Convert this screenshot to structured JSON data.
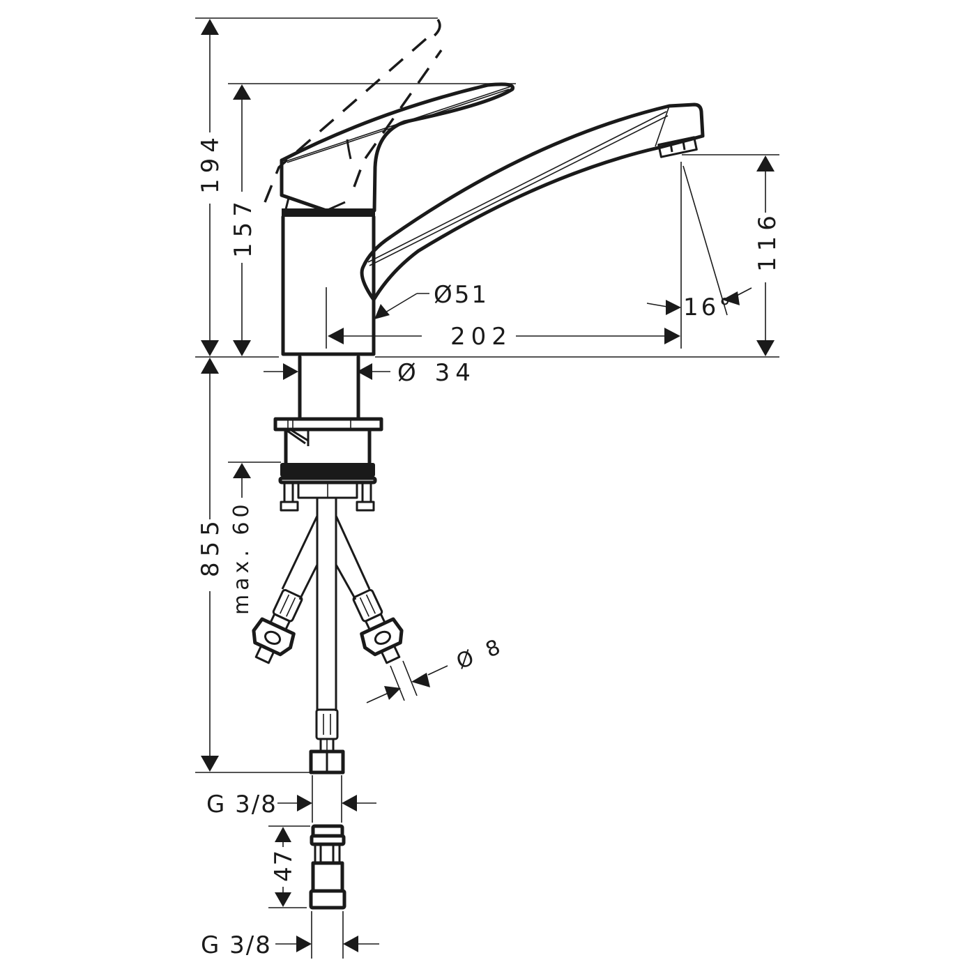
{
  "drawing": {
    "subject": "Single lever kitchen faucet technical dimension drawing",
    "line_color": "#1a1a1a",
    "background": "#ffffff",
    "dimensions": {
      "total_height": "194",
      "lever_height": "157",
      "spout_outlet_height": "116",
      "spout_reach": "202",
      "body_diameter": "Ø51",
      "shank_diameter": "Ø 34",
      "spout_angle": "16°",
      "hose_length": "855",
      "max_countertop_thickness": "max. 60",
      "hose_diameter": "Ø 8",
      "connection_thread_top": "G 3/8",
      "adapter_length": "47",
      "connection_thread_bottom": "G 3/8"
    }
  }
}
